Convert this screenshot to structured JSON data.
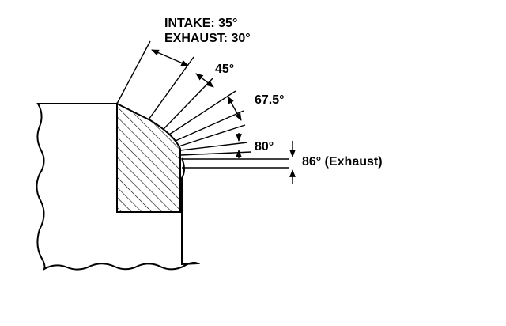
{
  "labels": {
    "intake": "INTAKE: 35°",
    "exhaust": "EXHAUST: 30°",
    "a45": "45°",
    "a67": "67.5°",
    "a80": "80°",
    "a86": "86° (Exhaust)"
  },
  "colors": {
    "ink": "#000000",
    "paper": "#ffffff"
  }
}
